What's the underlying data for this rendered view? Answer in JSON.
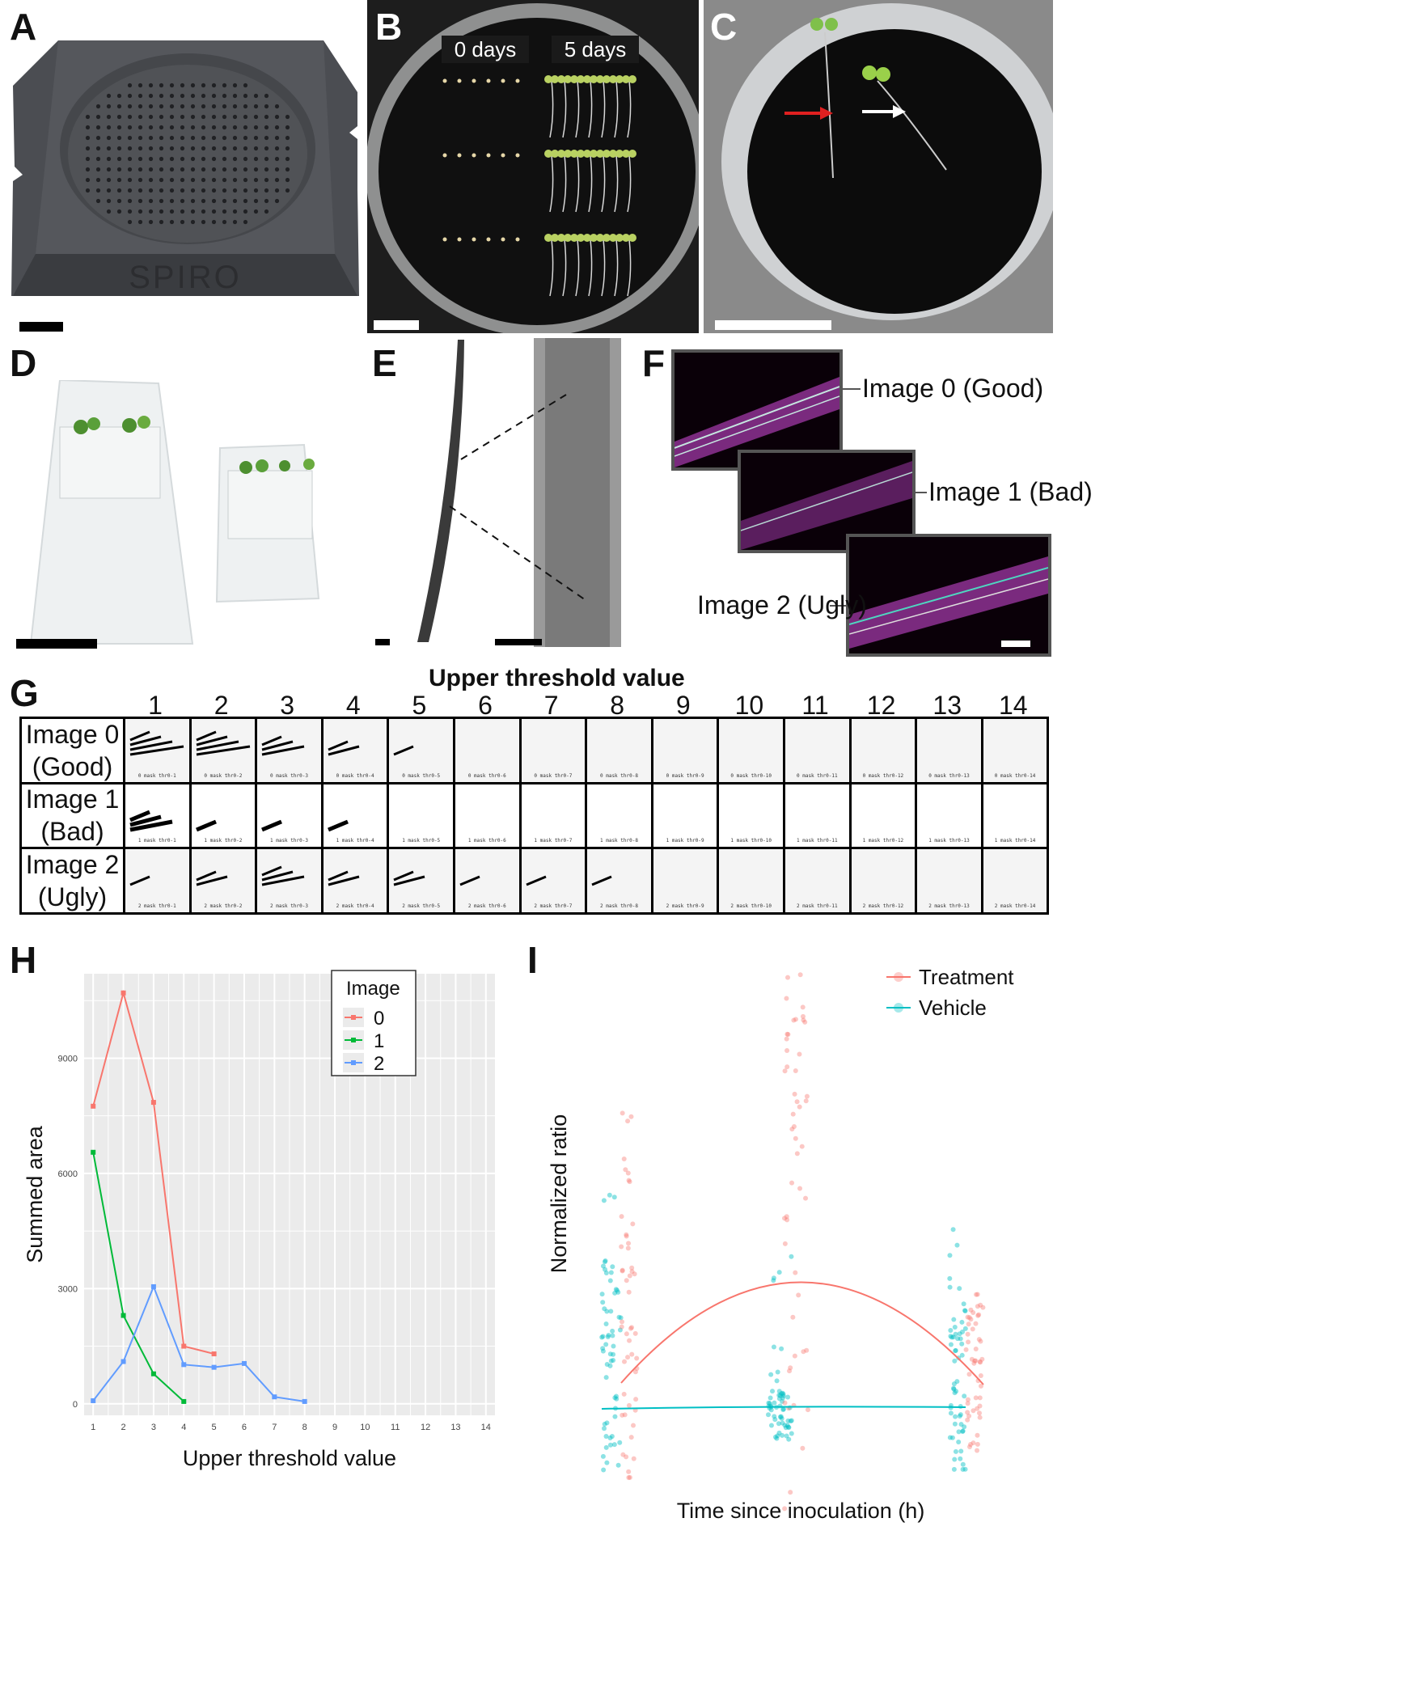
{
  "panels": {
    "A": {
      "letter": "A",
      "tray_text": "SPIRO"
    },
    "B": {
      "letter": "B",
      "label_left": "0 days",
      "label_right": "5 days"
    },
    "C": {
      "letter": "C"
    },
    "D": {
      "letter": "D"
    },
    "E": {
      "letter": "E"
    },
    "F": {
      "letter": "F",
      "images": [
        "Image 0 (Good)",
        "Image 1 (Bad)",
        "Image 2 (Ugly)"
      ]
    },
    "G": {
      "letter": "G",
      "title": "Upper threshold value",
      "columns": [
        "1",
        "2",
        "3",
        "4",
        "5",
        "6",
        "7",
        "8",
        "9",
        "10",
        "11",
        "12",
        "13",
        "14"
      ],
      "rows": [
        {
          "line1": "Image 0",
          "line2": "(Good)",
          "mask_prefix": "0 mask thr0-"
        },
        {
          "line1": "Image 1",
          "line2": "(Bad)",
          "mask_prefix": "1 mask thr0-"
        },
        {
          "line1": "Image 2",
          "line2": "(Ugly)",
          "mask_prefix": "2 mask thr0-"
        }
      ]
    },
    "H": {
      "letter": "H"
    },
    "I": {
      "letter": "I"
    }
  },
  "chart_data": [
    {
      "type": "line",
      "panel": "H",
      "xlabel": "Upper threshold value",
      "ylabel": "Summed area",
      "xlim": [
        0.7,
        14.3
      ],
      "ylim": [
        -300,
        11200
      ],
      "xticks": [
        1,
        2,
        3,
        4,
        5,
        6,
        7,
        8,
        9,
        10,
        11,
        12,
        13,
        14
      ],
      "yticks": [
        0,
        3000,
        6000,
        9000
      ],
      "grid": true,
      "legend": {
        "title": "Image",
        "placement": "top-right"
      },
      "series": [
        {
          "name": "0",
          "color": "#f8766d",
          "x": [
            1,
            2,
            3,
            4,
            5
          ],
          "values": [
            7750,
            10700,
            7850,
            1500,
            1300
          ]
        },
        {
          "name": "1",
          "color": "#00ba38",
          "x": [
            1,
            2,
            3,
            4
          ],
          "values": [
            6550,
            2300,
            780,
            60
          ]
        },
        {
          "name": "2",
          "color": "#619cff",
          "x": [
            1,
            2,
            3,
            4,
            5,
            6,
            7,
            8
          ],
          "values": [
            80,
            1100,
            3050,
            1020,
            950,
            1050,
            180,
            60
          ]
        }
      ]
    },
    {
      "type": "scatter",
      "panel": "I",
      "xlabel": "Time since inoculation (h)",
      "ylabel": "Normalized ratio",
      "legend": {
        "placement": "top-right"
      },
      "grid": false,
      "series": [
        {
          "name": "Treatment",
          "color": "#f8766d",
          "fit": "quadratic"
        },
        {
          "name": "Vehicle",
          "color": "#00bfc4",
          "fit": "flat"
        }
      ]
    }
  ]
}
